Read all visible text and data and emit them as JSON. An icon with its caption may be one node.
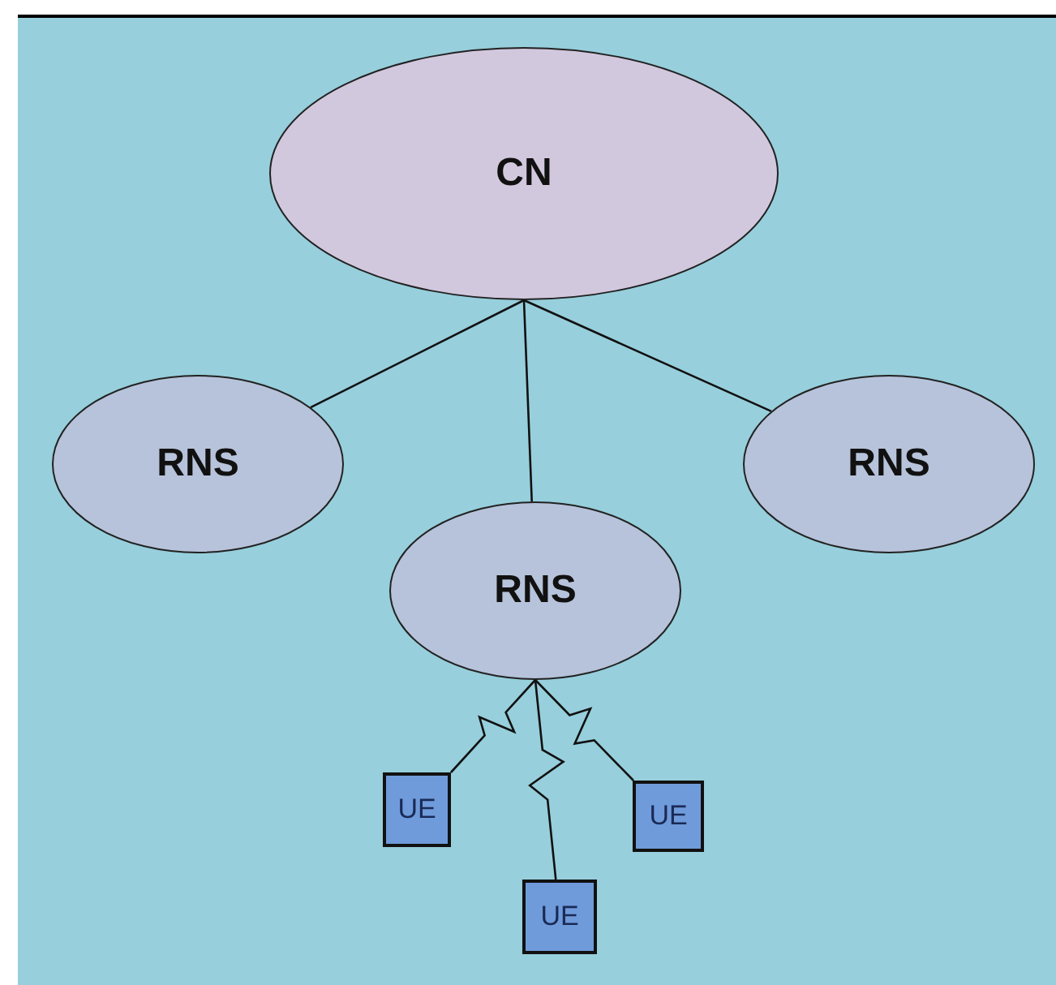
{
  "diagram": {
    "nodes": [
      {
        "text": [
          "CN"
        ]
      },
      {
        "text": [
          "RNS"
        ]
      },
      {
        "text": [
          "RNS"
        ]
      },
      {
        "text": [
          "RNS"
        ]
      },
      {
        "text": [
          "UE"
        ]
      },
      {
        "text": [
          "UE"
        ]
      },
      {
        "text": [
          "UE"
        ]
      }
    ],
    "edges": [
      {
        "from": 0,
        "to": 1,
        "arrow": "none"
      },
      {
        "from": 0,
        "to": 3,
        "arrow": "none"
      },
      {
        "from": 0,
        "to": 2,
        "arrow": "none"
      },
      {
        "from": 3,
        "to": 4,
        "arrow": "none"
      },
      {
        "from": 3,
        "to": 5,
        "arrow": "none"
      },
      {
        "from": 3,
        "to": 6,
        "arrow": "none"
      }
    ]
  }
}
